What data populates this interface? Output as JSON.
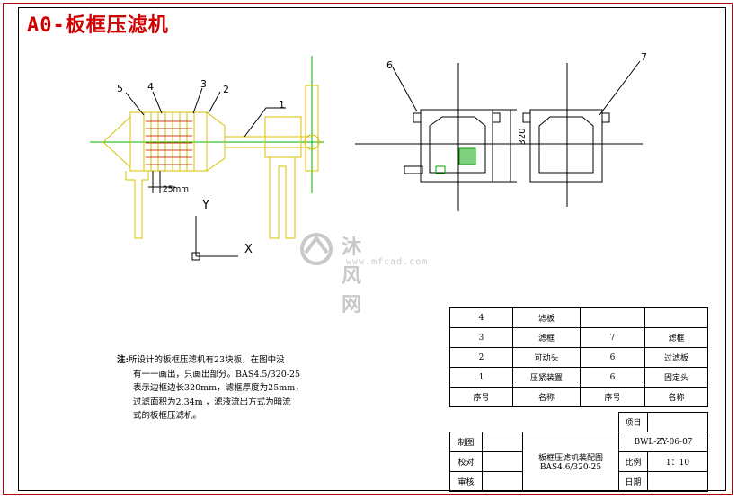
{
  "title": "A0-板框压滤机",
  "watermark": {
    "text": "沐风网",
    "url": "www.mfcad.com"
  },
  "labels": {
    "l1": "1",
    "l2": "2",
    "l3": "3",
    "l4": "4",
    "l5": "5",
    "l6": "6",
    "l7": "7",
    "dim_25": "25mm",
    "dim_320": "320",
    "axis_y": "Y",
    "axis_x": "X"
  },
  "note": {
    "prefix": "注:",
    "line1": "所设计的板框压滤机有23块板，在图中没",
    "line2": "有一一画出，只画出部分。BAS4.5/320-25",
    "line3": "表示边框边长320mm，滤框厚度为25mm，",
    "line4": "过滤面积为2.34m ，滤液流出方式为暗流",
    "line5": "式的板框压滤机。"
  },
  "bom": {
    "rows": [
      [
        "4",
        "滤板",
        "",
        ""
      ],
      [
        "3",
        "滤框",
        "7",
        "滤框"
      ],
      [
        "2",
        "可动头",
        "6",
        "过滤板"
      ],
      [
        "1",
        "压紧装置",
        "6",
        "固定头"
      ]
    ],
    "header": [
      "序号",
      "名称",
      "序号",
      "名称"
    ]
  },
  "title_block": {
    "item_label": "项目",
    "drawn": "制图",
    "checked": "校对",
    "reviewed": "审核",
    "drawing_name": "板框压滤机装配图",
    "model": "BAS4.6/320-25",
    "code": "BWL-ZY-06-07",
    "scale_label": "比例",
    "scale_value": "1：10",
    "date_label": "日期"
  }
}
